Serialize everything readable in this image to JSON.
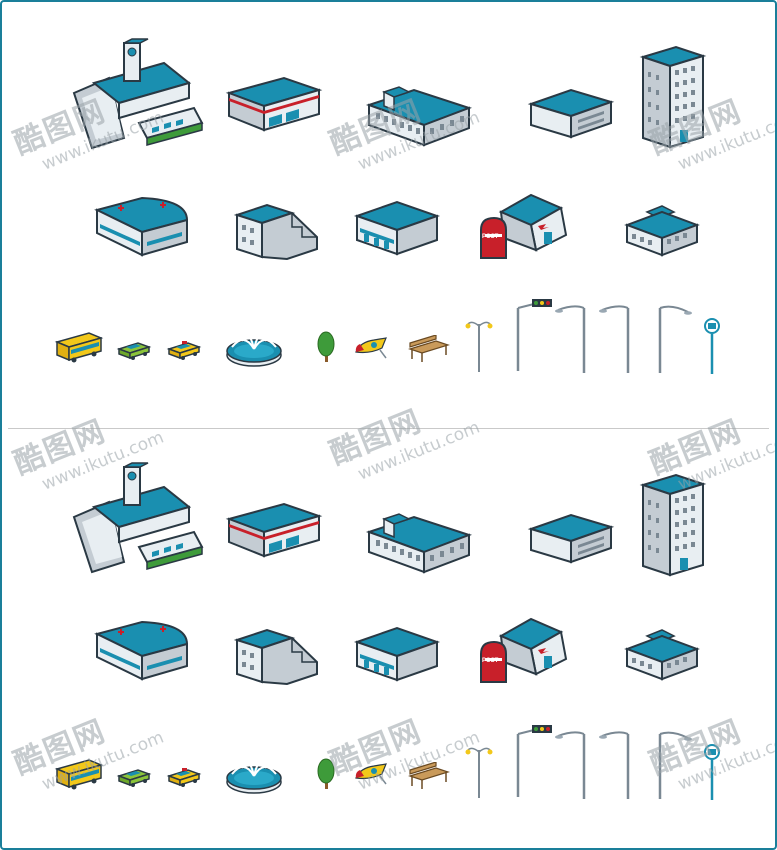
{
  "colors": {
    "roof": "#1a8fb0",
    "roof_light": "#2aa9c9",
    "wall": "#e8eef2",
    "wall_shade": "#c4ccd3",
    "outline": "#2a3944",
    "red": "#c8202a",
    "yellow": "#f2c81a",
    "green": "#3e9b3a",
    "frame": "#1a7f9a"
  },
  "watermark": {
    "cn": "酷图网",
    "url": "www.ikutu.com"
  },
  "icon_set_sections": [
    {
      "style": "outlined",
      "rows": [
        [
          "train-station-icon",
          "supermarket-icon",
          "school-icon",
          "office-small-icon",
          "skyscraper-icon"
        ],
        [
          "hospital-icon",
          "apartment-icon",
          "shop-icon",
          "post-office-icon",
          "hotel-icon"
        ],
        [
          "bus-icon",
          "car-icon",
          "taxi-icon",
          "fountain-icon",
          "tree-icon",
          "rocket-icon",
          "bench-icon",
          "double-street-lamp-icon",
          "traffic-light-icon",
          "street-lamp-icon",
          "street-lamp-icon",
          "street-lamp-icon",
          "bus-stop-icon"
        ]
      ]
    },
    {
      "style": "flat",
      "rows": [
        [
          "train-station-icon",
          "supermarket-icon",
          "school-icon",
          "office-small-icon",
          "skyscraper-icon"
        ],
        [
          "hospital-icon",
          "apartment-icon",
          "shop-icon",
          "post-office-icon",
          "hotel-icon"
        ],
        [
          "bus-icon",
          "car-icon",
          "taxi-icon",
          "fountain-icon",
          "tree-icon",
          "rocket-icon",
          "bench-icon",
          "double-street-lamp-icon",
          "traffic-light-icon",
          "street-lamp-icon",
          "street-lamp-icon",
          "street-lamp-icon",
          "bus-stop-icon"
        ]
      ]
    }
  ],
  "post_label": "POST"
}
